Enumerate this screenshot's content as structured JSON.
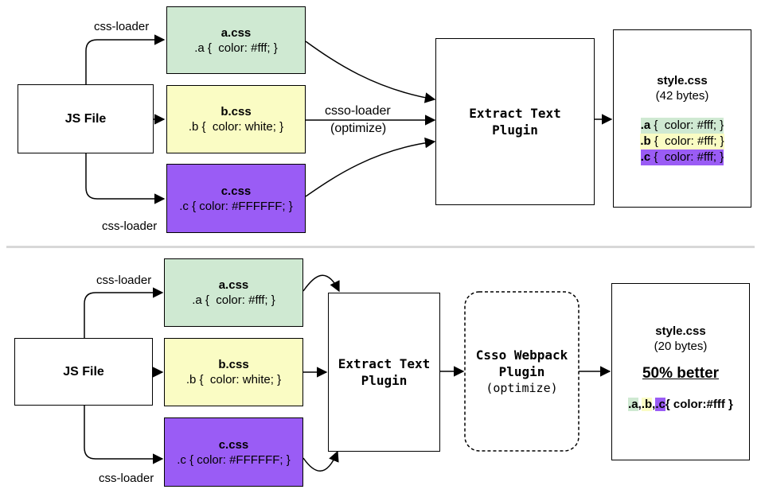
{
  "top": {
    "js_file": "JS File",
    "a": {
      "name": "a.css",
      "rule": ".a {  color: #fff; }"
    },
    "b": {
      "name": "b.css",
      "rule": ".b {  color: white; }"
    },
    "c": {
      "name": "c.css",
      "rule": ".c { color: #FFFFFF; }"
    },
    "label_css_loader_top": "css-loader",
    "label_css_loader_bottom": "css-loader",
    "label_csso_loader": "csso-loader",
    "label_optimize": "(optimize)",
    "extract": {
      "line1": "Extract Text",
      "line2": "Plugin"
    },
    "output": {
      "title": "style.css",
      "size": "(42 bytes)",
      "rules": [
        {
          "sel": ".a",
          "body": " {  color: #fff; }"
        },
        {
          "sel": ".b",
          "body": " {  color: #fff; }"
        },
        {
          "sel": ".c",
          "body": " {  color: #fff; }"
        }
      ]
    }
  },
  "bottom": {
    "js_file": "JS File",
    "a": {
      "name": "a.css",
      "rule": ".a {  color: #fff; }"
    },
    "b": {
      "name": "b.css",
      "rule": ".b {  color: white; }"
    },
    "c": {
      "name": "c.css",
      "rule": ".c { color: #FFFFFF; }"
    },
    "label_css_loader_top": "css-loader",
    "label_css_loader_bottom": "css-loader",
    "extract": {
      "line1": "Extract Text",
      "line2": "Plugin"
    },
    "csso": {
      "line1": "Csso Webpack",
      "line2": "Plugin",
      "line3": "(optimize)"
    },
    "output": {
      "title": "style.css",
      "size": "(20 bytes)",
      "better": "50% better",
      "sel_a": ".a",
      "comma1": ",",
      "sel_b": ".b",
      "comma2": ",",
      "sel_c": ".c",
      "body": "{ color:#fff }"
    }
  },
  "colors": {
    "green": "#cfe9d2",
    "yellow": "#fafcc4",
    "purple": "#9a5cf5",
    "separator": "#d8d8d8"
  }
}
